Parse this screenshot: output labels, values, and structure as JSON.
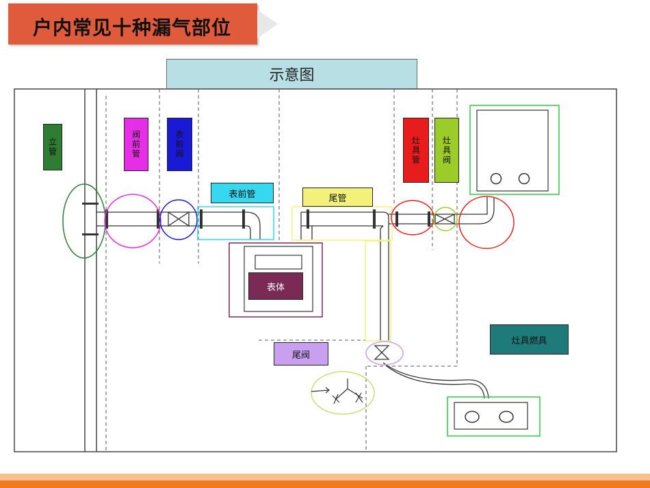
{
  "header": {
    "title": "户内常见十种漏气部位"
  },
  "diagram": {
    "caption": "示意图",
    "labels": {
      "riser": "立管",
      "valve_front_pipe": "阀前管",
      "meter_valve": "表前阀",
      "meter_front_pipe": "表前管",
      "tail_pipe": "尾管",
      "stove_pipe": "灶具管",
      "stove_valve": "灶具阀",
      "meter_body": "表体",
      "tail_valve": "尾阀",
      "stove": "灶具燃具"
    },
    "colors": {
      "banner": "#e05a3c",
      "caption_bg": "#b8dfe3",
      "riser": "#2e7d32",
      "valve_front_pipe": "#e62ee6",
      "meter_valve": "#1a1ad6",
      "meter_front_pipe": "#36d8f0",
      "tail_pipe": "#f2f27a",
      "stove_pipe": "#e81c1c",
      "stove_valve": "#9ccc2a",
      "meter_body": "#7a2a54",
      "tail_valve": "#c9a0f0",
      "stove": "#1f7a7a"
    }
  }
}
